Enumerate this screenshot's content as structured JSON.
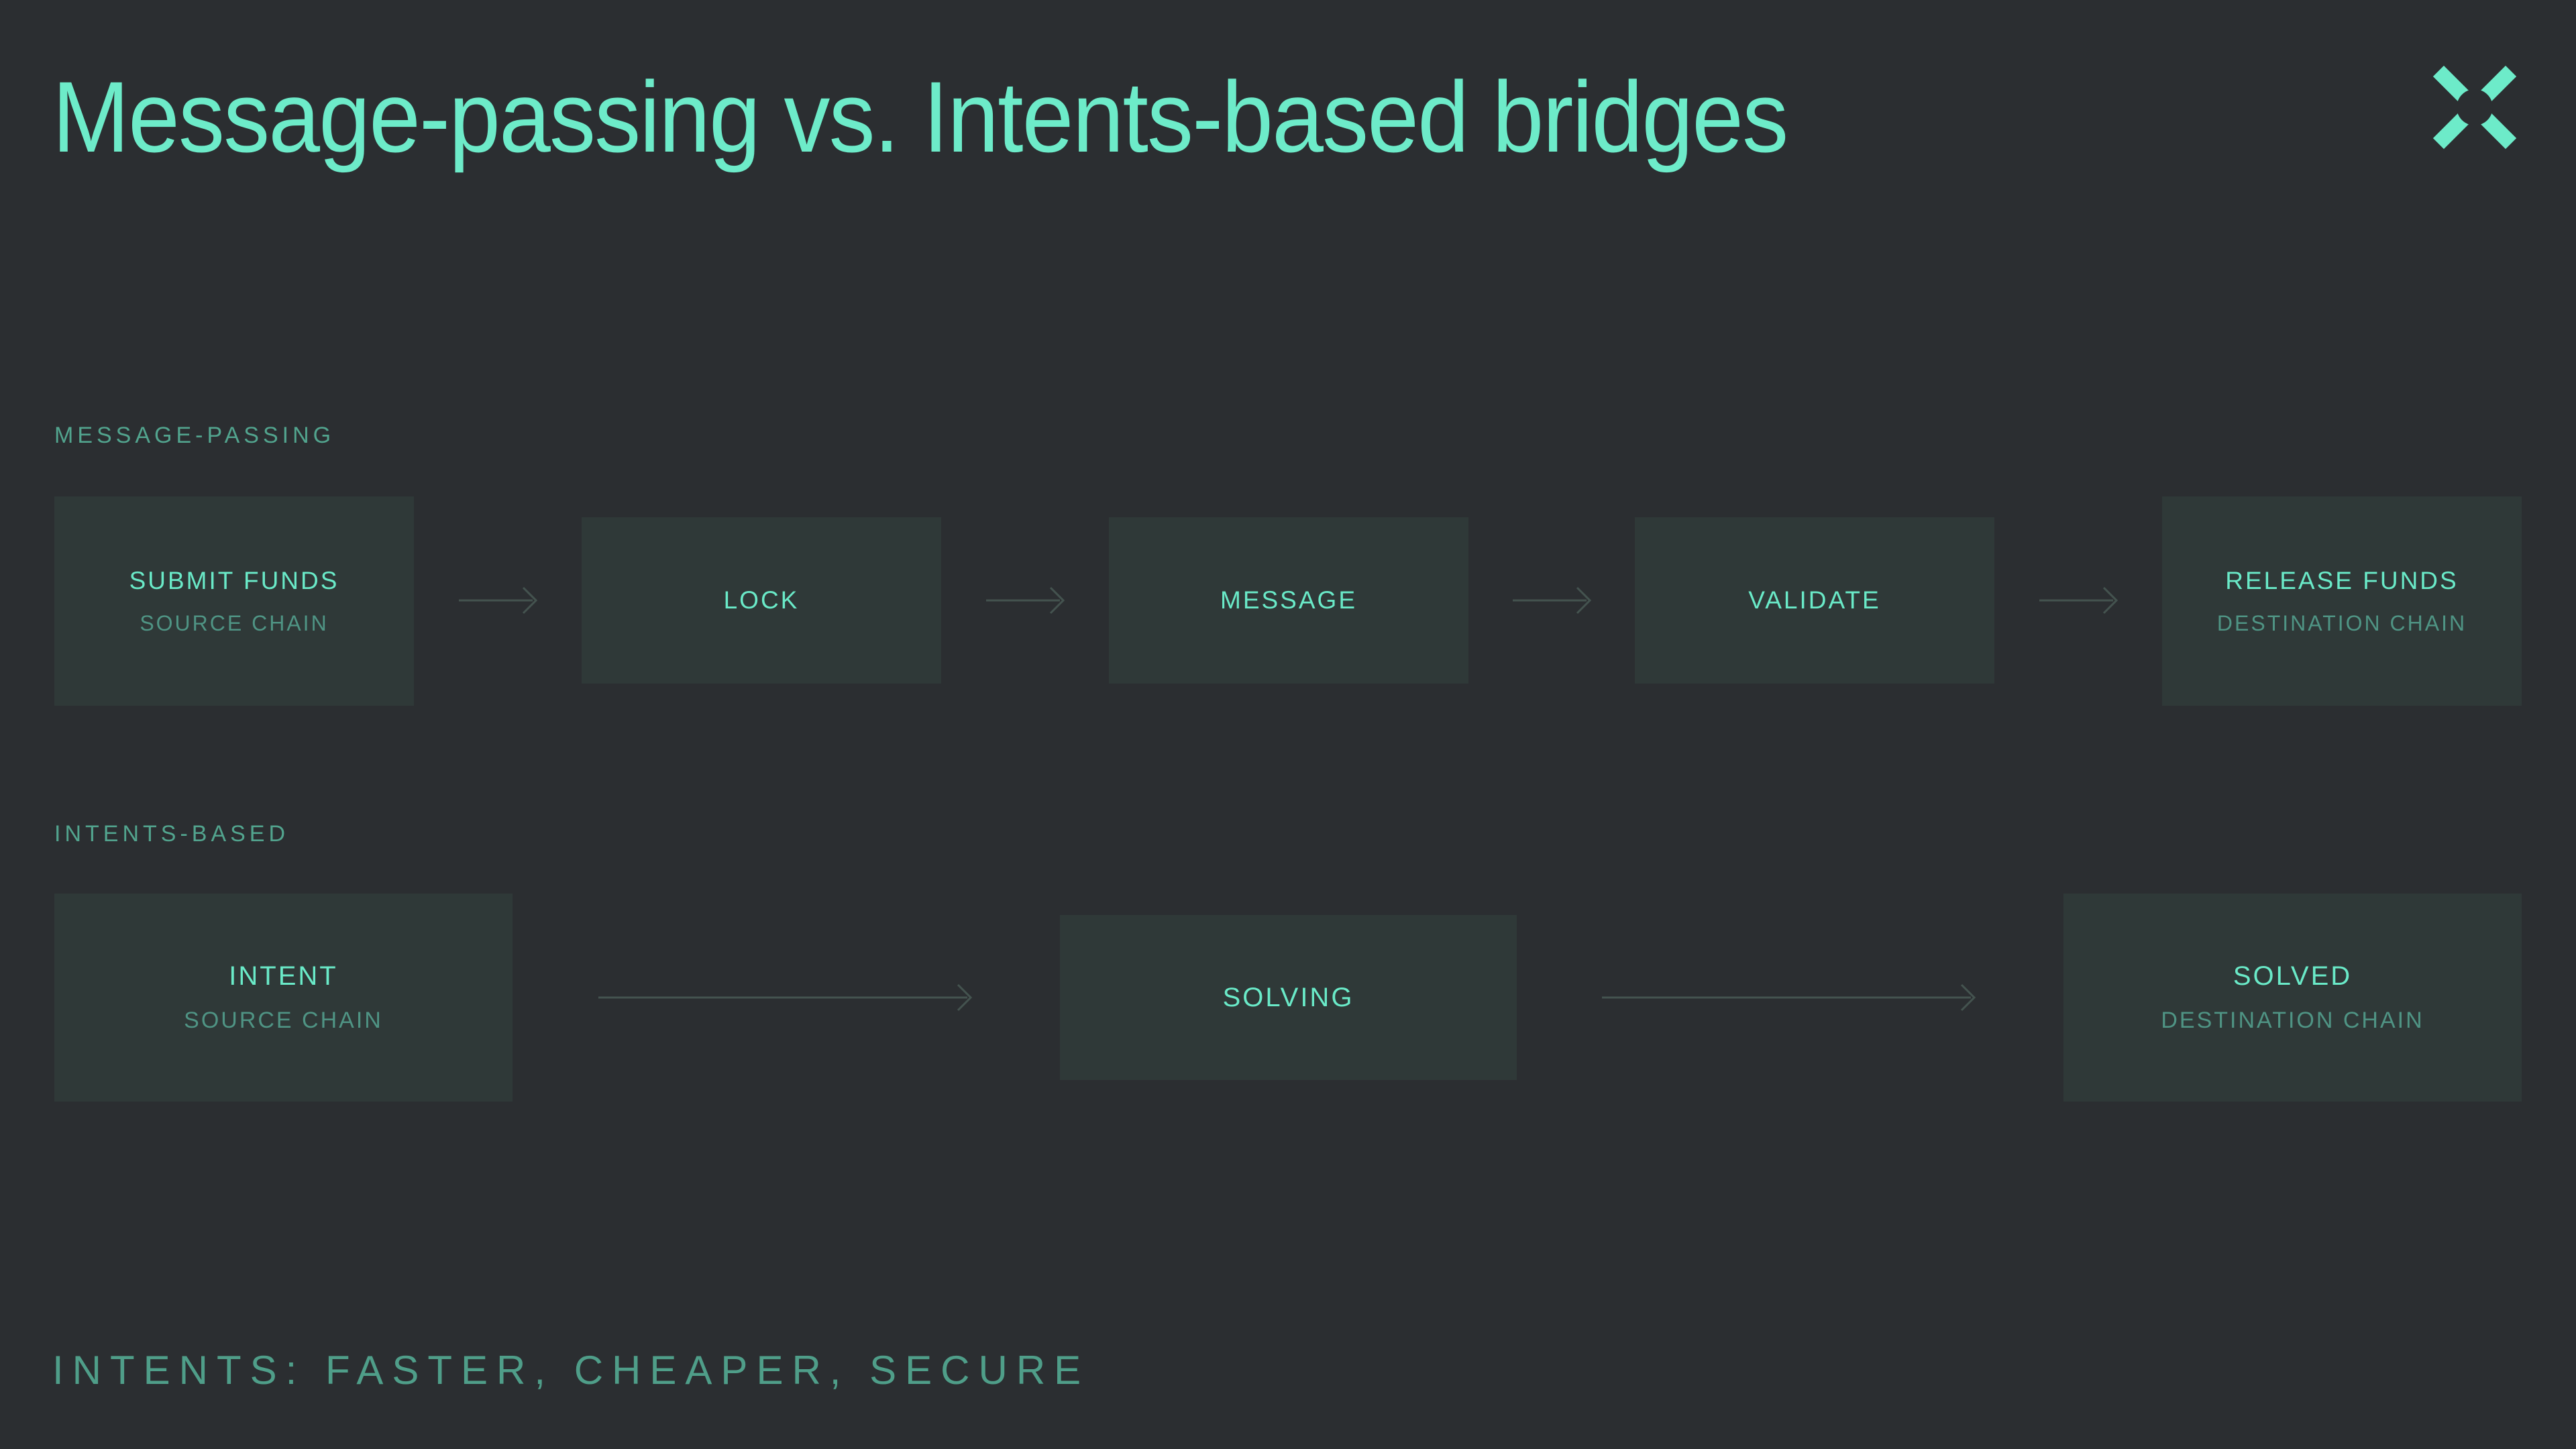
{
  "title": "Message-passing vs. Intents-based bridges",
  "logo": {
    "name": "x-mark-logo"
  },
  "colors": {
    "background": "#2b2e31",
    "box_background": "#2f3938",
    "accent_mint": "#6aeac8",
    "title_mint": "#6debc9",
    "muted_teal": "#4f9484",
    "section_label_teal": "#52a48e",
    "footer_teal": "#4f9e89",
    "arrow": "#44534f"
  },
  "sections": [
    {
      "label": "MESSAGE-PASSING",
      "boxes": [
        {
          "title": "SUBMIT FUNDS",
          "subtitle": "SOURCE CHAIN"
        },
        {
          "title": "LOCK"
        },
        {
          "title": "MESSAGE"
        },
        {
          "title": "VALIDATE"
        },
        {
          "title": "RELEASE FUNDS",
          "subtitle": "DESTINATION CHAIN"
        }
      ]
    },
    {
      "label": "INTENTS-BASED",
      "boxes": [
        {
          "title": "INTENT",
          "subtitle": "SOURCE CHAIN"
        },
        {
          "title": "SOLVING"
        },
        {
          "title": "SOLVED",
          "subtitle": "DESTINATION CHAIN"
        }
      ]
    }
  ],
  "footer": "INTENTS: FASTER, CHEAPER, SECURE"
}
